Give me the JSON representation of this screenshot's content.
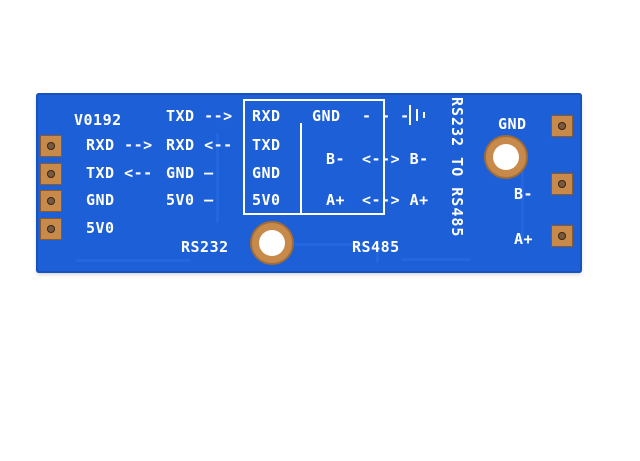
{
  "board": {
    "version": "V0192",
    "left_labels": [
      "RXD -->",
      "TXD <--",
      "GND",
      "5V0"
    ],
    "mid_labels": [
      "TXD -->",
      "RXD <--",
      "GND —",
      "5V0 —"
    ],
    "box_labels": [
      "RXD",
      "TXD",
      "GND",
      "5V0"
    ],
    "rs485_labels": [
      "GND",
      "B-",
      "A+"
    ],
    "arrow_labels": [
      "- - -",
      "<--> B-",
      "<--> A+"
    ],
    "rs232_label": "RS232",
    "rs485_label": "RS485",
    "vertical_title": "RS232 TO RS485",
    "right_pins": [
      "GND",
      "B-",
      "A+"
    ]
  },
  "colors": {
    "pcb": "#1c5fd6",
    "silkscreen": "#ffffff",
    "copper": "#c88a4a"
  }
}
